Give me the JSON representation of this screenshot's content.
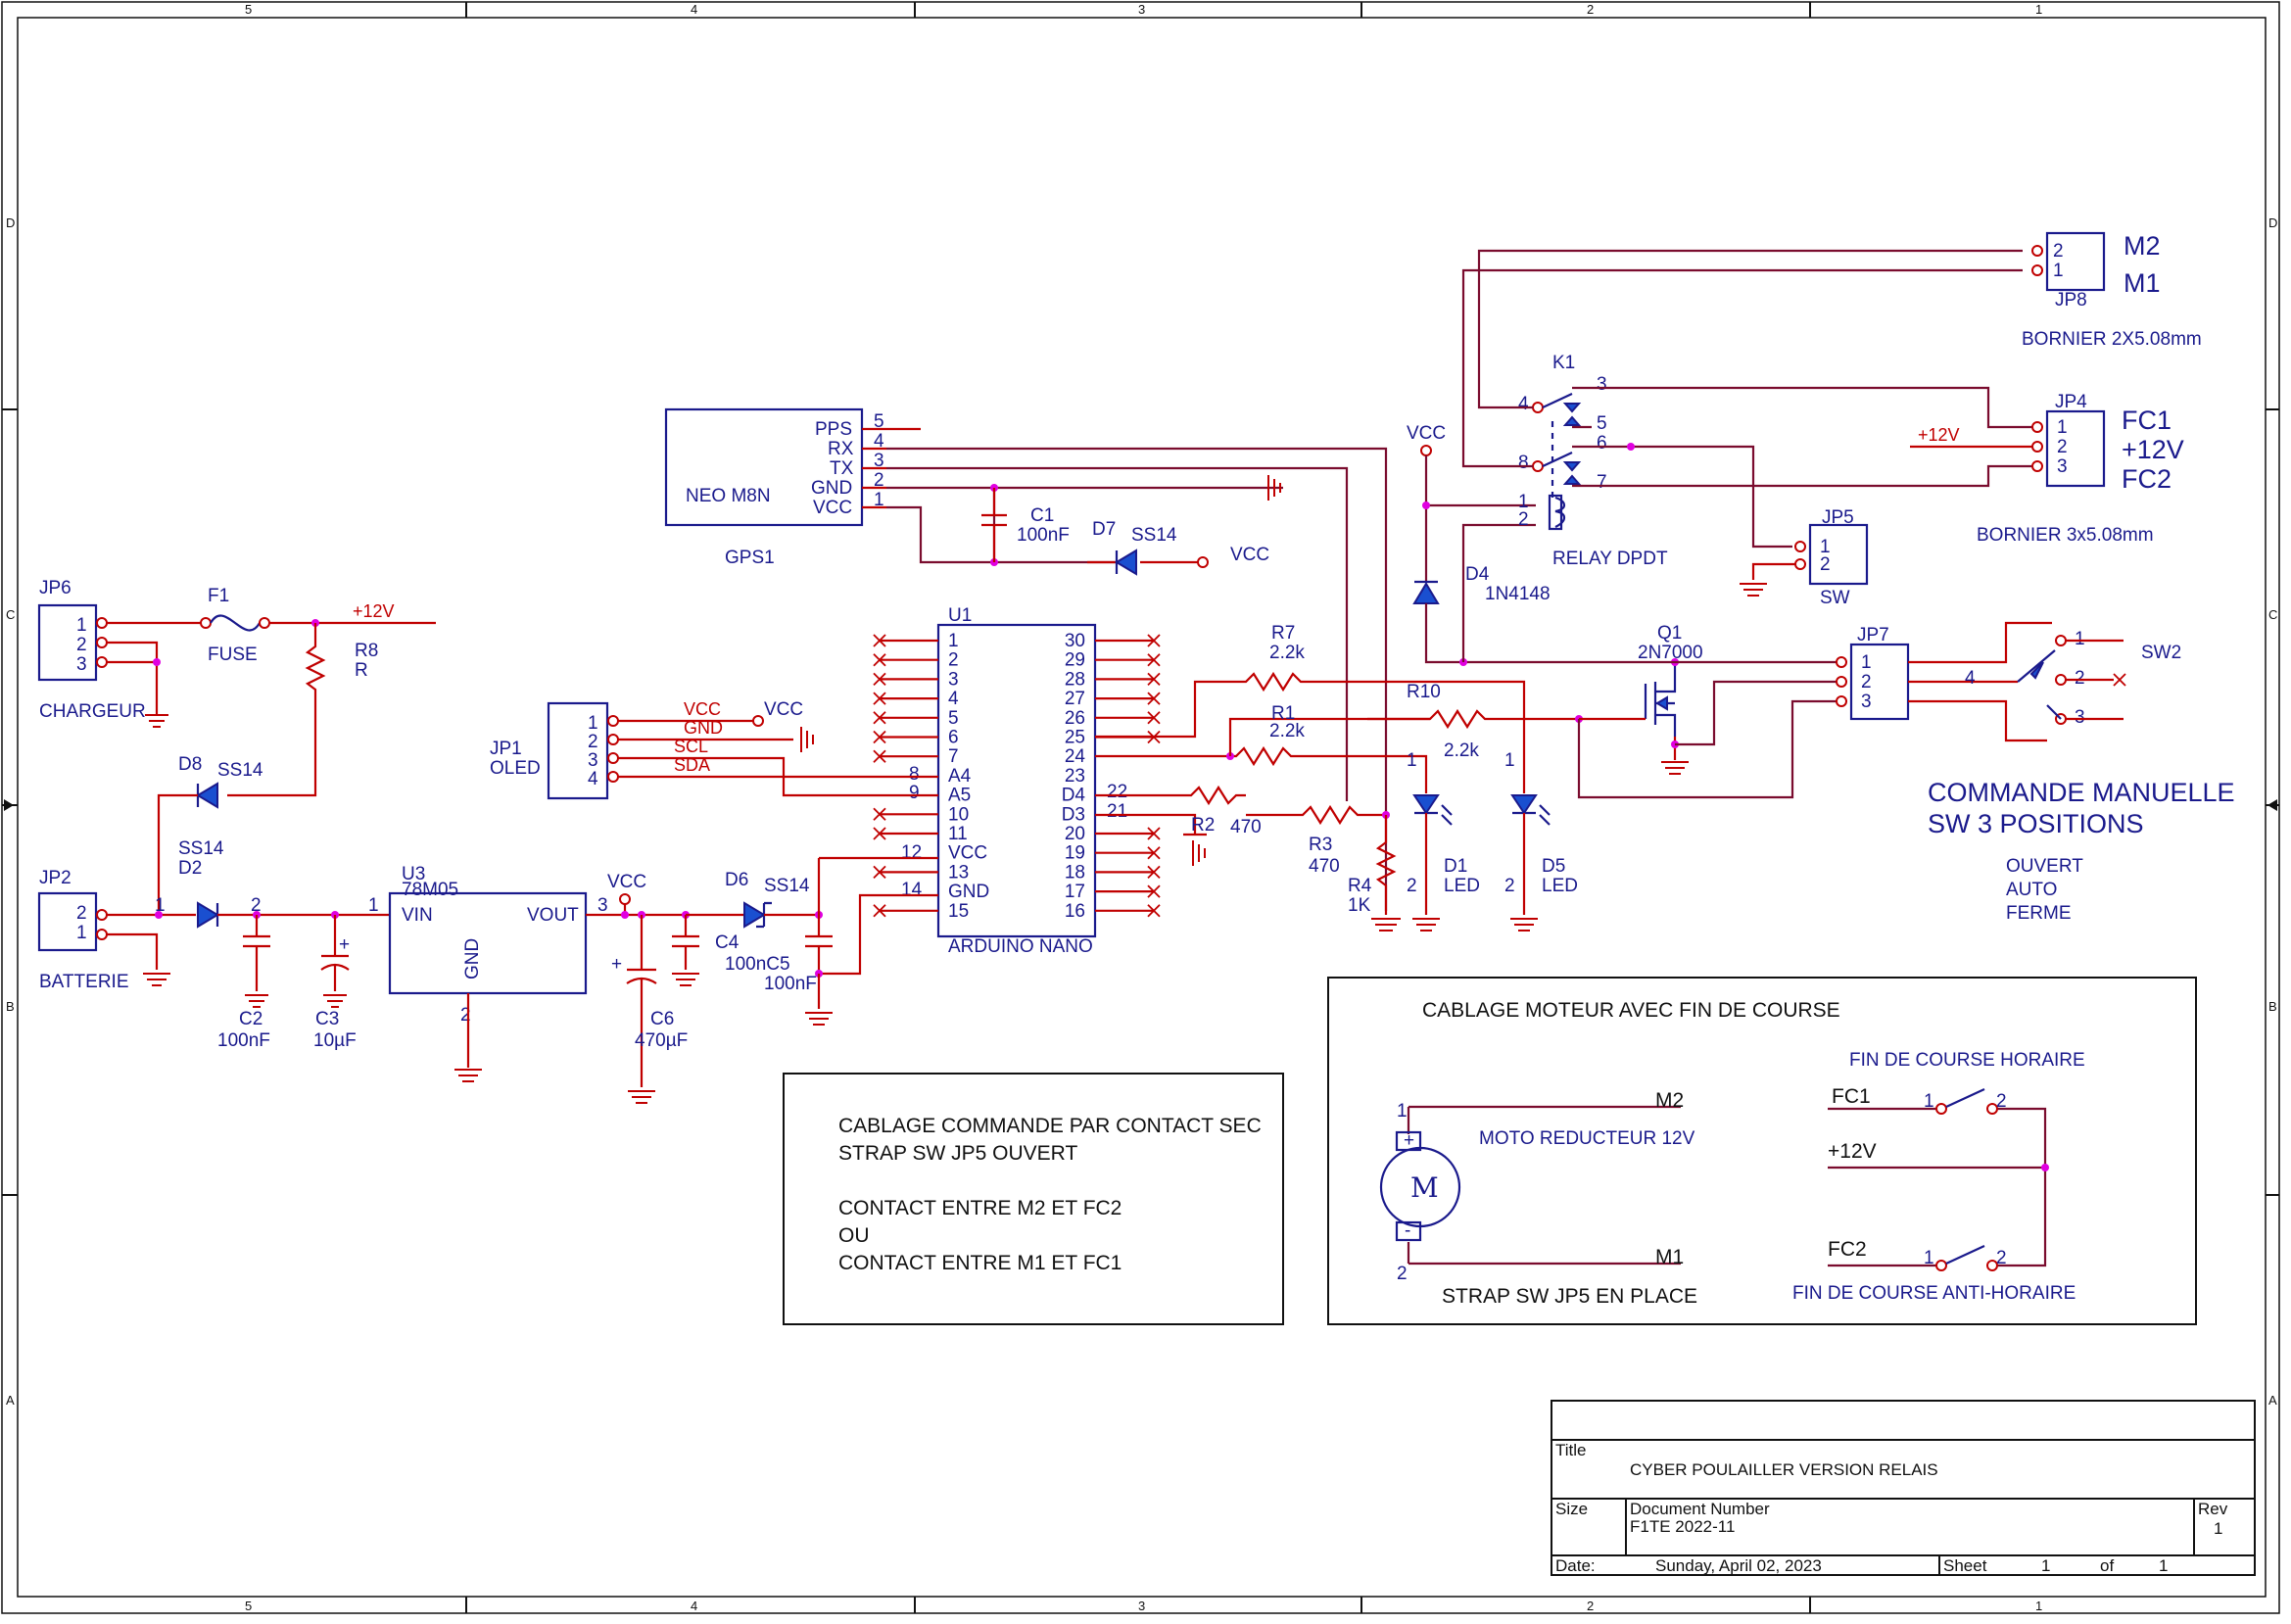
{
  "frame": {
    "col_labels": [
      "5",
      "4",
      "3",
      "2",
      "1"
    ],
    "row_labels": [
      "D",
      "C",
      "B",
      "A"
    ]
  },
  "gps": {
    "ref": "GPS1",
    "name": "NEO M8N",
    "pins": [
      "PPS",
      "RX",
      "TX",
      "GND",
      "VCC"
    ],
    "pin_numbers": [
      "5",
      "4",
      "3",
      "2",
      "1"
    ]
  },
  "c1": {
    "ref": "C1",
    "value": "100nF"
  },
  "d7": {
    "ref": "D7",
    "value": "SS14",
    "net": "VCC"
  },
  "u1": {
    "ref": "U1",
    "name": "ARDUINO NANO",
    "left_numbers": [
      "1",
      "2",
      "3",
      "4",
      "5",
      "6",
      "7",
      "A4",
      "A5",
      "10",
      "11",
      "VCC",
      "13",
      "GND",
      "15"
    ],
    "right_numbers": [
      "30",
      "29",
      "28",
      "27",
      "26",
      "25",
      "24",
      "23",
      "D4",
      "D3",
      "20",
      "19",
      "18",
      "17",
      "16"
    ],
    "ext_pins": {
      "p8": "8",
      "p9": "9",
      "p12": "12",
      "p14": "14",
      "p22": "22",
      "p21": "21"
    }
  },
  "jp1": {
    "ref": "JP1",
    "name": "OLED",
    "pins": [
      "1",
      "2",
      "3",
      "4"
    ],
    "nets": [
      "VCC",
      "GND",
      "SCL",
      "SDA"
    ],
    "vcc": "VCC"
  },
  "jp6": {
    "ref": "JP6",
    "name": "CHARGEUR",
    "pins": [
      "1",
      "2",
      "3"
    ]
  },
  "f1": {
    "ref": "F1",
    "name": "FUSE"
  },
  "plus12": "+12V",
  "r8": {
    "ref": "R8",
    "value": "R"
  },
  "d8": {
    "ref": "D8",
    "value": "SS14"
  },
  "jp2": {
    "ref": "JP2",
    "name": "BATTERIE",
    "pins": [
      "2",
      "1"
    ]
  },
  "d2": {
    "ref": "D2",
    "value": "SS14",
    "pin1": "1",
    "pin2": "2"
  },
  "c2": {
    "ref": "C2",
    "value": "100nF"
  },
  "c3": {
    "ref": "C3",
    "value": "10µF"
  },
  "u3": {
    "ref": "U3",
    "name": "78M05",
    "vin": "VIN",
    "vout": "VOUT",
    "gnd": "GND",
    "p1": "1",
    "p2": "2",
    "p3": "3"
  },
  "vcc_label": "VCC",
  "c6": {
    "ref": "C6",
    "value": "470µF"
  },
  "c4": {
    "ref": "C4",
    "value": "100nF"
  },
  "d6": {
    "ref": "D6",
    "value": "SS14"
  },
  "c5": {
    "ref": "C5",
    "value": "100nF",
    "ref_value": "100nC5"
  },
  "r7": {
    "ref": "R7",
    "value": "2.2k"
  },
  "r1": {
    "ref": "R1",
    "value": "2.2k"
  },
  "r10": {
    "ref": "R10",
    "value": "2.2k"
  },
  "r2": {
    "ref": "R2",
    "value": "470"
  },
  "r3": {
    "ref": "R3",
    "value": "470"
  },
  "r4": {
    "ref": "R4",
    "value": "1K"
  },
  "d1": {
    "ref": "D1",
    "value": "LED",
    "p1": "1",
    "p2": "2"
  },
  "d5": {
    "ref": "D5",
    "value": "LED",
    "p1": "1",
    "p2": "2"
  },
  "d4": {
    "ref": "D4",
    "value": "1N4148"
  },
  "q1": {
    "ref": "Q1",
    "value": "2N7000"
  },
  "k1": {
    "ref": "K1",
    "name": "RELAY DPDT",
    "pins": [
      "3",
      "4",
      "5",
      "6",
      "8",
      "7",
      "1",
      "2"
    ]
  },
  "jp8": {
    "ref": "JP8",
    "name": "BORNIER 2X5.08mm",
    "pins": [
      "2",
      "1"
    ],
    "nets": [
      "M2",
      "M1"
    ]
  },
  "jp4": {
    "ref": "JP4",
    "name": "BORNIER 3x5.08mm",
    "pins": [
      "1",
      "2",
      "3"
    ],
    "nets": [
      "FC1",
      "+12V",
      "FC2"
    ],
    "supply": "+12V"
  },
  "jp5": {
    "ref": "JP5",
    "name": "SW",
    "pins": [
      "1",
      "2"
    ]
  },
  "jp7": {
    "ref": "JP7",
    "pins": [
      "1",
      "2",
      "3"
    ]
  },
  "sw2": {
    "ref": "SW2",
    "pins": [
      "1",
      "2",
      "3",
      "4"
    ]
  },
  "manual": {
    "title1": "COMMANDE MANUELLE",
    "title2": "SW 3 POSITIONS",
    "positions": [
      "OUVERT",
      "AUTO",
      "FERME"
    ]
  },
  "note_contact": [
    "CABLAGE COMMANDE PAR CONTACT SEC",
    "STRAP SW JP5 OUVERT",
    "CONTACT ENTRE M2 ET FC2",
    "OU",
    "CONTACT ENTRE M1 ET FC1"
  ],
  "motor_box": {
    "title": "CABLAGE MOTEUR AVEC FIN DE COURSE",
    "motor": "MOTO REDUCTEUR 12V",
    "m2": "M2",
    "m1": "M1",
    "strap": "STRAP SW JP5 EN PLACE",
    "fc_h": "FIN DE COURSE HORAIRE",
    "fc_ah": "FIN DE COURSE ANTI-HORAIRE",
    "fc1": "FC1",
    "fc2": "FC2",
    "v12": "+12V",
    "motor_symbol": "M",
    "plus": "+",
    "minus": "-",
    "p1": "1",
    "p2": "2"
  },
  "title_block": {
    "title_label": "Title",
    "title": "CYBER POULAILLER VERSION RELAIS",
    "size_label": "Size",
    "docnum_label": "Document Number",
    "docnum": "F1TE 2022-11",
    "rev_label": "Rev",
    "rev": "1",
    "date_label": "Date:",
    "date": "Sunday, April 02, 2023",
    "sheet_label": "Sheet",
    "sheet": "1",
    "of_label": "of",
    "of": "1"
  }
}
